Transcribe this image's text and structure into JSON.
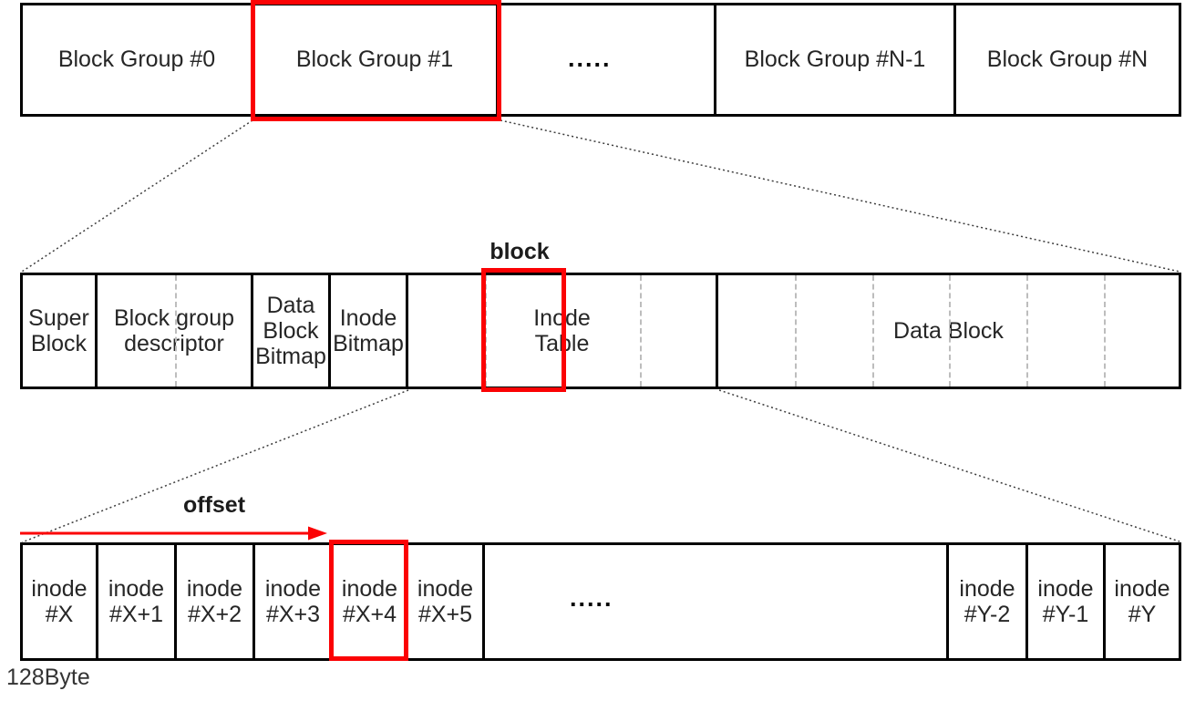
{
  "colors": {
    "border": "#000000",
    "highlight_red": "#fb0204",
    "arrow_red": "#fb0204",
    "dashed_divider": "#bdbdbd",
    "connector_dotted": "#3d3d3d",
    "text": "#262626"
  },
  "block_group_row": {
    "cells": [
      "Block Group #0",
      "Block Group #1",
      ".....",
      "Block Group #N-1",
      "Block Group #N"
    ]
  },
  "group_layout_row": {
    "label": "block",
    "cells": [
      "Super\nBlock",
      "Block group\ndescriptor",
      "Data\nBlock\nBitmap",
      "Inode\nBitmap",
      "Inode\nTable",
      "Data Block"
    ]
  },
  "inode_row": {
    "label": "offset",
    "size_label": "128Byte",
    "cells": [
      "inode\n#X",
      "inode\n#X+1",
      "inode\n#X+2",
      "inode\n#X+3",
      "inode\n#X+4",
      "inode\n#X+5",
      ".....",
      "inode\n#Y-2",
      "inode\n#Y-1",
      "inode\n#Y"
    ]
  }
}
